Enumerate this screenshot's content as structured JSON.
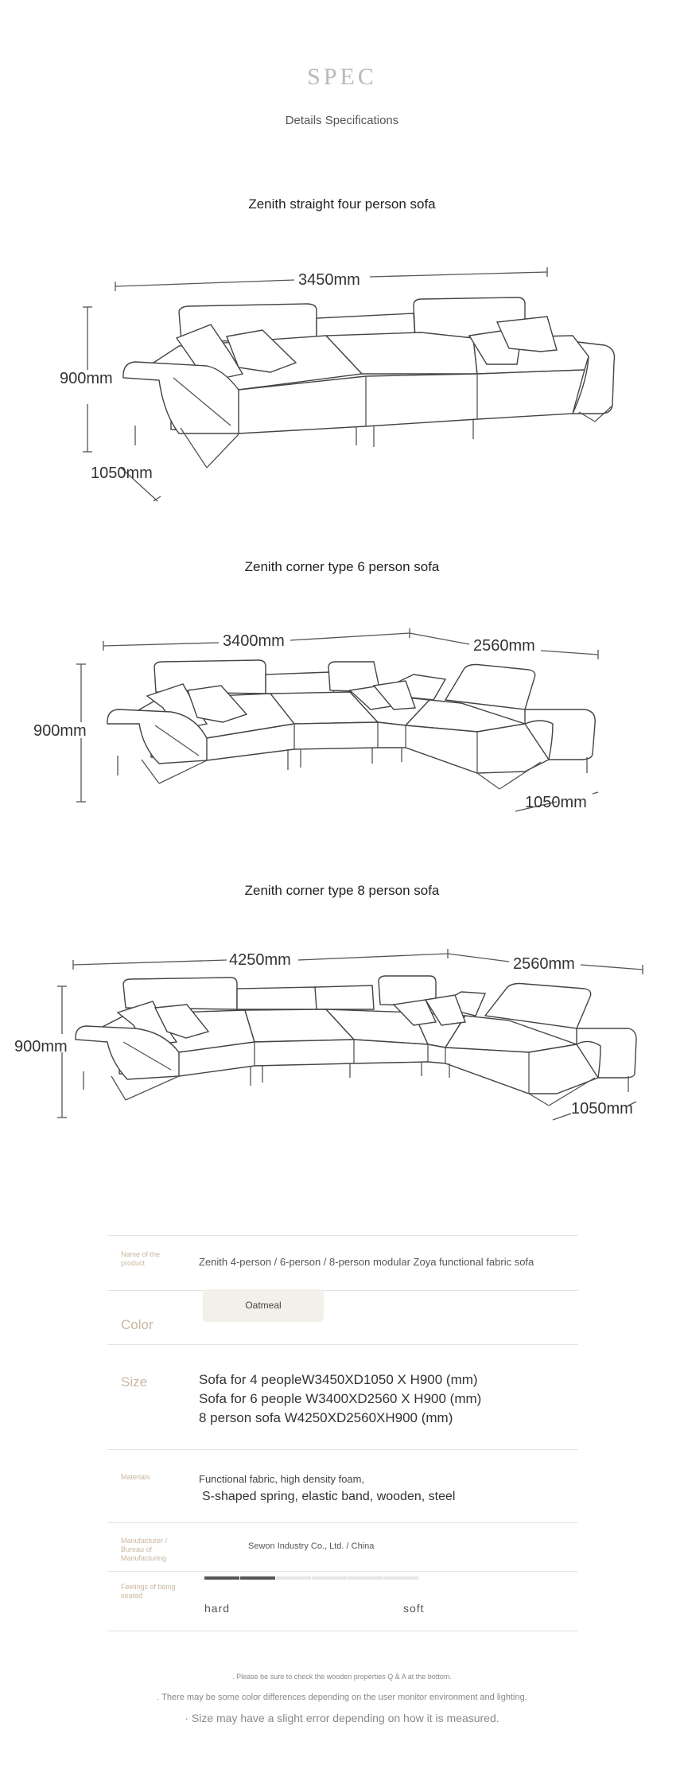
{
  "header": {
    "title": "SPEC",
    "subtitle": "Details Specifications"
  },
  "sofas": [
    {
      "title": "Zenith straight four person sofa",
      "width_label": "3450mm",
      "height_label": "900mm",
      "depth_label": "1050mm"
    },
    {
      "title": "Zenith corner type 6 person sofa",
      "width_label": "3400mm",
      "side_label": "2560mm",
      "height_label": "900mm",
      "depth_label": "1050mm"
    },
    {
      "title": "Zenith corner type 8 person sofa",
      "width_label": "4250mm",
      "side_label": "2560mm",
      "height_label": "900mm",
      "depth_label": "1050mm"
    }
  ],
  "spec_table": {
    "product_label": "Name of the product",
    "product_value": "Zenith 4-person / 6-person / 8-person modular Zoya functional fabric sofa",
    "color_label": "Color",
    "color_value": "Oatmeal",
    "size_label": "Size",
    "size_lines": [
      "Sofa for 4 peopleW3450XD1050 X H900 (mm)",
      "Sofa for 6 people W3400XD2560 X H900 (mm)",
      "8 person sofa W4250XD2560XH900 (mm)"
    ],
    "materials_label": "Materials",
    "materials_lines": [
      "Functional fabric, high density foam,",
      "S-shaped spring, elastic band, wooden, steel"
    ],
    "manufacturer_label": "Manufacturer / Bureau of Manufacturing",
    "manufacturer_value": "Sewon Industry Co., Ltd. / China",
    "feeling_label": "Feelings of being seated",
    "feeling_min": "hard",
    "feeling_max": "soft",
    "feeling_level": 0.33,
    "feeling_segments": 6
  },
  "colors": {
    "accent_label": "#c9b69f",
    "chip_bg": "#f3efe9",
    "bar_active": "#555555",
    "bar_inactive": "#e6e6e6"
  },
  "notes": [
    ". Please be sure to check the wooden properties Q & A at the bottom.",
    ". There may be some color differences depending on the user monitor environment and lighting.",
    "· Size may have a slight error depending on how it is measured."
  ]
}
